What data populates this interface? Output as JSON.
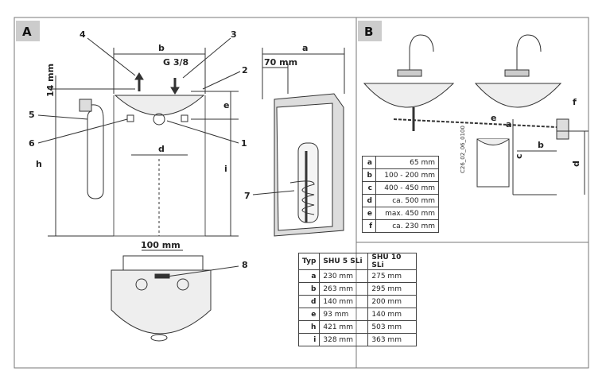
{
  "panels": {
    "a": "A",
    "b": "B"
  },
  "labels_a": {
    "n4": "4",
    "n3": "3",
    "n2": "2",
    "n5": "5",
    "n6": "6",
    "n1": "1",
    "n7": "7",
    "n8": "8",
    "b": "b",
    "g": "G 3/8",
    "mm14": "14 mm",
    "e": "e",
    "d": "d",
    "h": "h",
    "i": "i",
    "a": "a",
    "mm70": "70 mm",
    "mm100": "100 mm"
  },
  "labels_b": {
    "f": "f",
    "e": "e",
    "c": "c",
    "b": "b",
    "d": "d",
    "a": "a",
    "code": "C26_02_06_0100"
  },
  "table_dims": {
    "headers": [
      "Typ",
      "SHU 5 SLi",
      "SHU 10 SLi"
    ],
    "rows": [
      {
        "k": "a",
        "v1": "230 mm",
        "v2": "275 mm"
      },
      {
        "k": "b",
        "v1": "263 mm",
        "v2": "295 mm"
      },
      {
        "k": "d",
        "v1": "140 mm",
        "v2": "200 mm"
      },
      {
        "k": "e",
        "v1": "93 mm",
        "v2": "140 mm"
      },
      {
        "k": "h",
        "v1": "421 mm",
        "v2": "503 mm"
      },
      {
        "k": "i",
        "v1": "328 mm",
        "v2": "363 mm"
      }
    ]
  },
  "table_install": {
    "rows": [
      {
        "k": "a",
        "v": "65 mm"
      },
      {
        "k": "b",
        "v": "100 - 200 mm"
      },
      {
        "k": "c",
        "v": "400 - 450  mm"
      },
      {
        "k": "d",
        "v": "ca. 500 mm"
      },
      {
        "k": "e",
        "v": "max. 450 mm"
      },
      {
        "k": "f",
        "v": "ca. 230 mm"
      }
    ]
  }
}
